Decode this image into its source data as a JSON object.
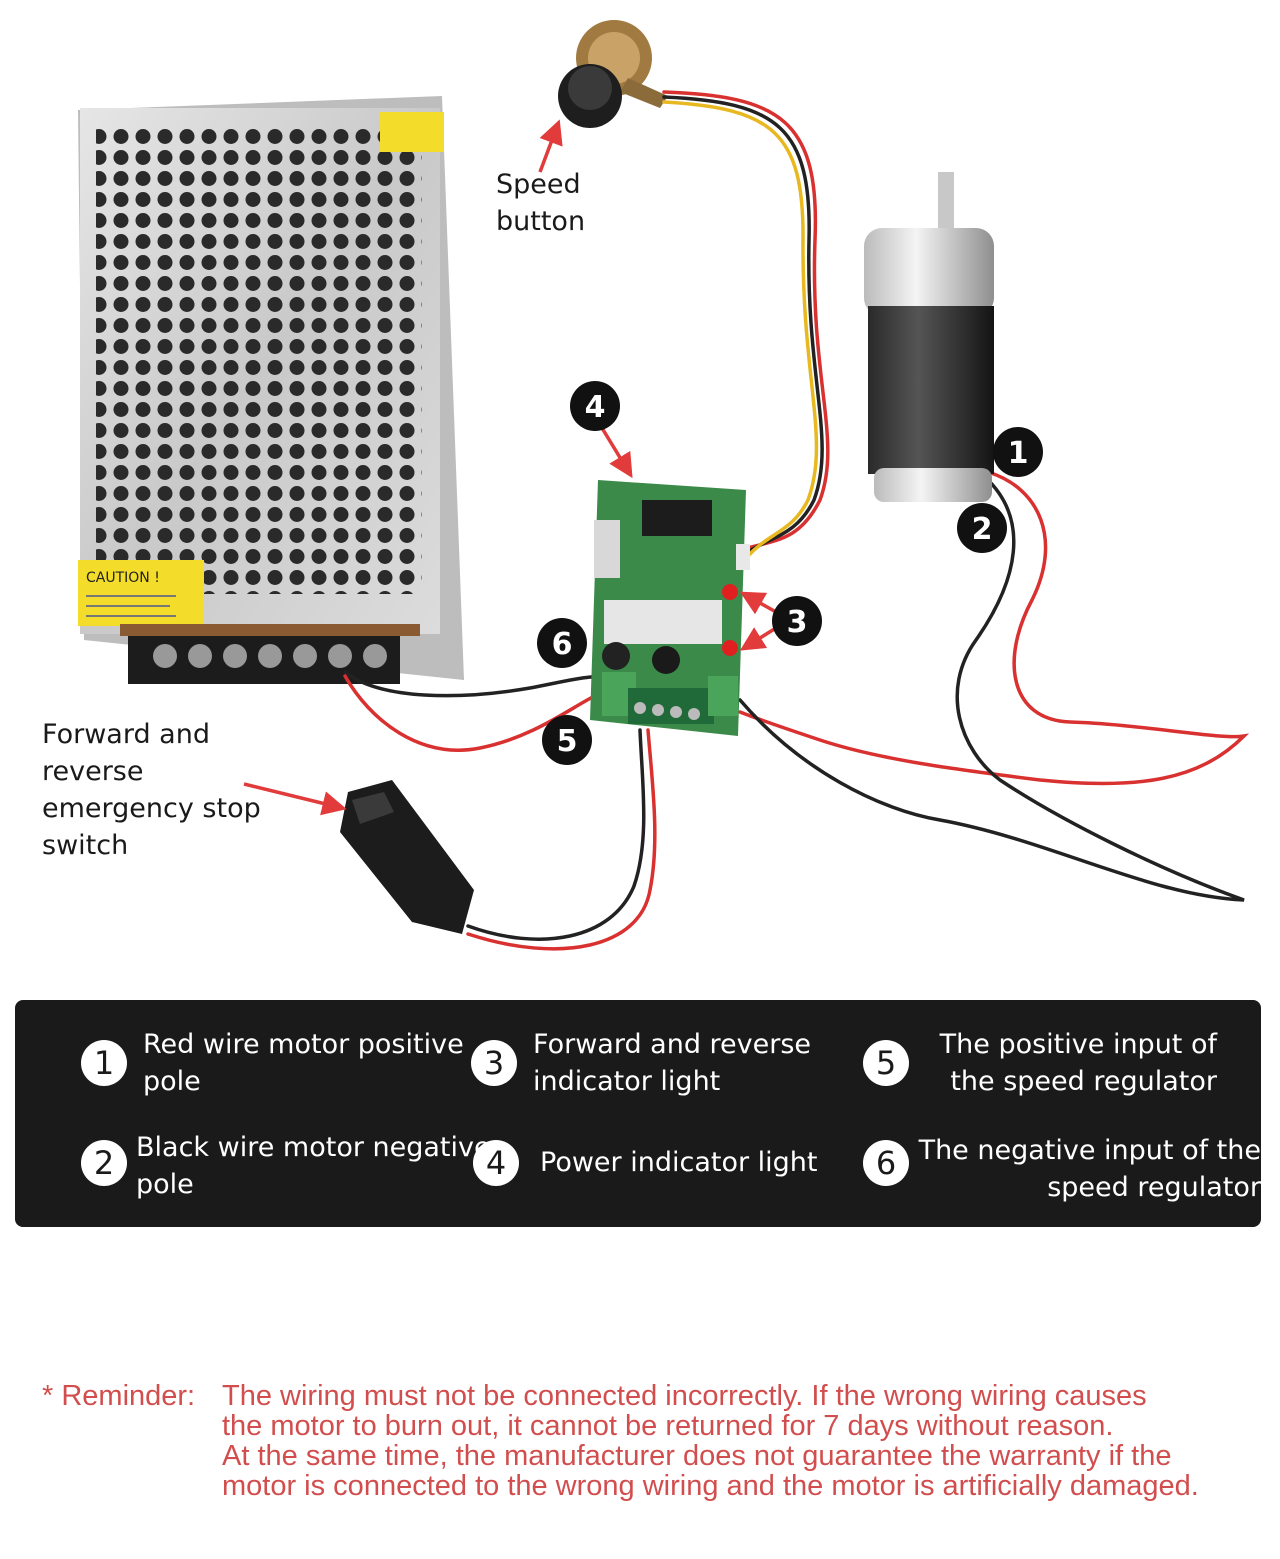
{
  "labels": {
    "speed_button": "Speed\nbutton",
    "switch": "Forward and\nreverse\nemergency stop\nswitch"
  },
  "markers": [
    "1",
    "2",
    "3",
    "4",
    "5",
    "6"
  ],
  "power_supply": {
    "caution": "CAUTION !"
  },
  "legend": [
    {
      "num": "1",
      "line1": "Red wire motor positive",
      "line2": "pole"
    },
    {
      "num": "2",
      "line1": "Black wire motor negative",
      "line2": "pole"
    },
    {
      "num": "3",
      "line1": "Forward and reverse",
      "line2": "indicator light"
    },
    {
      "num": "4",
      "line1": "Power indicator light",
      "line2": ""
    },
    {
      "num": "5",
      "line1": "The positive input of",
      "line2": "the speed regulator"
    },
    {
      "num": "6",
      "line1": "The negative input of the",
      "line2": "speed regulator"
    }
  ],
  "reminder": {
    "label": "* Reminder:",
    "lines": [
      "The wiring must not be connected incorrectly. If the wrong wiring causes",
      "the motor to burn out, it cannot be returned for 7 days without reason.",
      "At the same time, the manufacturer does not guarantee the warranty if the",
      "motor is connected to the wrong wiring and the motor is artificially damaged."
    ]
  },
  "colors": {
    "panel": "#1a1a1a",
    "arrow": "#e23b3b",
    "wire_red": "#d93030",
    "wire_black": "#222222",
    "wire_yellow": "#e8b820",
    "pcb": "#3c8a4a",
    "reminder_text": "#d24e4e"
  }
}
